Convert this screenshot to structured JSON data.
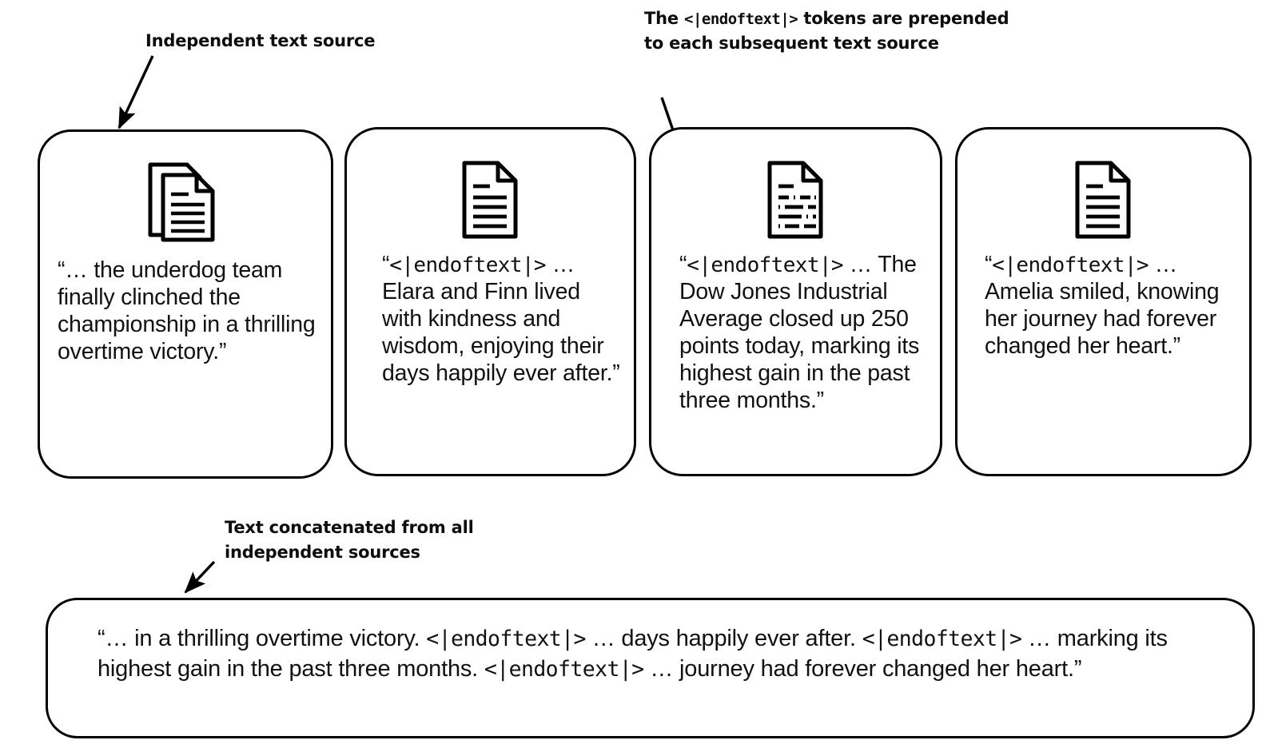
{
  "annotations": {
    "independent_source": "Independent text source",
    "endoftext_note_prefix": "The ",
    "endoftext_note_token": "<|endoftext|>",
    "endoftext_note_suffix": " tokens are prepended to each subsequent text source",
    "concatenated": "Text concatenated from all independent sources"
  },
  "token": "<|endoftext|>",
  "cards": [
    {
      "icon": "stacked-documents-icon",
      "has_token": false,
      "quote_open": "“… ",
      "body": "the underdog team finally clinched the championship in a thrilling overtime victory.”"
    },
    {
      "icon": "document-lines-icon",
      "has_token": true,
      "quote_open": "“",
      "token": "<|endoftext|>",
      "ellipsis": " … ",
      "body": "Elara and Finn lived with kindness and wisdom, enjoying their days happily ever after.”"
    },
    {
      "icon": "document-bullets-icon",
      "has_token": true,
      "quote_open": "“",
      "token": "<|endoftext|>",
      "ellipsis": " … ",
      "body": "The Dow Jones Industrial Average closed up 250 points today, marking its highest gain in the past three months.”"
    },
    {
      "icon": "document-lines-icon",
      "has_token": true,
      "quote_open": "“",
      "token": "<|endoftext|>",
      "ellipsis": " … ",
      "body": "Amelia smiled, knowing her journey had forever changed her heart.”"
    }
  ],
  "concatenated_box": {
    "segments": [
      {
        "type": "text",
        "value": "“… in a thrilling overtime victory. "
      },
      {
        "type": "token",
        "value": "<|endoftext|>"
      },
      {
        "type": "text",
        "value": " … days happily ever after. "
      },
      {
        "type": "token",
        "value": "<|endoftext|>"
      },
      {
        "type": "text",
        "value": " … marking its highest gain in the past three months. "
      },
      {
        "type": "token",
        "value": "<|endoftext|>"
      },
      {
        "type": "text",
        "value": " … journey had forever changed her heart.”"
      }
    ]
  },
  "colors": {
    "stroke": "#000000",
    "background": "#ffffff",
    "text": "#111111"
  }
}
